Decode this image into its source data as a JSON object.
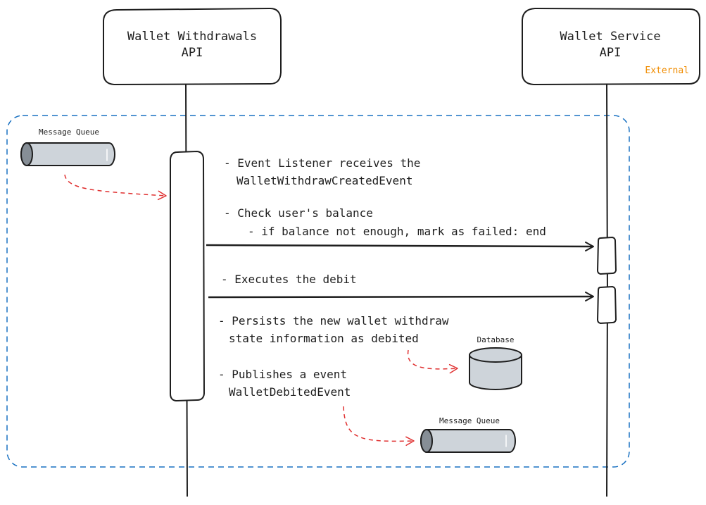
{
  "participants": {
    "left": {
      "line1": "Wallet Withdrawals",
      "line2": "API"
    },
    "right": {
      "line1": "Wallet Service",
      "line2": "API",
      "tag": "External"
    }
  },
  "queues": {
    "input": {
      "label": "Message Queue"
    },
    "output": {
      "label": "Message Queue"
    }
  },
  "database": {
    "label": "Database"
  },
  "notes": {
    "listener": {
      "line1": "- Event Listener receives the",
      "line2": "WalletWithdrawCreatedEvent"
    },
    "balance": {
      "line1": "- Check user's balance",
      "line2": "- if balance not enough, mark as failed: end"
    },
    "debit": {
      "line1": "- Executes the debit"
    },
    "persist": {
      "line1": "- Persists the new wallet withdraw",
      "line2": "state information as debited"
    },
    "publish": {
      "line1": "- Publishes a event",
      "line2": "WalletDebitedEvent"
    }
  },
  "colors": {
    "stroke": "#1e1e1e",
    "frame": "#1971c2",
    "dashed_arrow": "#e03131",
    "cylinder_fill": "#ced4da",
    "external_tag": "#f08c00"
  }
}
